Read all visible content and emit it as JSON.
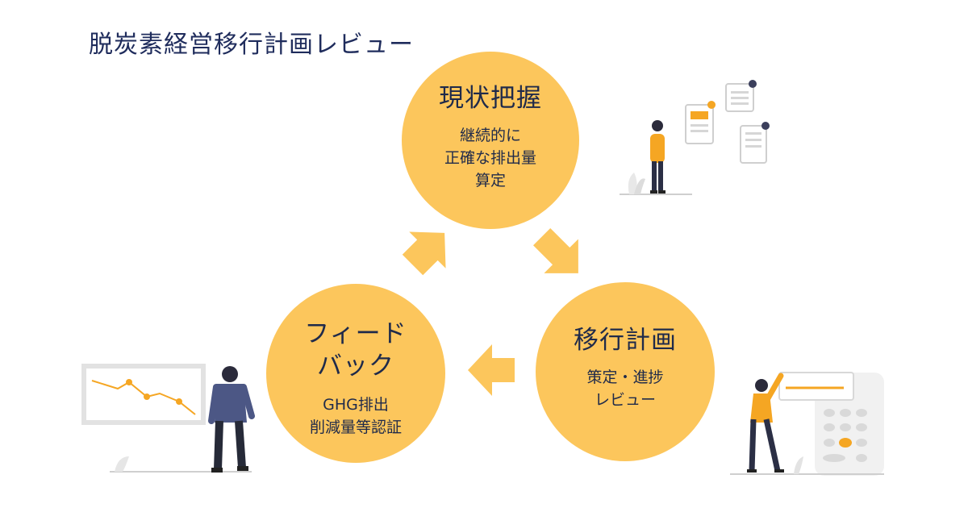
{
  "title": "脱炭素経営移行計画レビュー",
  "colors": {
    "circle": "#fcc65c",
    "arrow": "#fcc65c",
    "title": "#1f2c5c",
    "text": "#1f2a4a"
  },
  "cycle": [
    {
      "heading": "現状把握",
      "lines": [
        "継続的に",
        "正確な排出量",
        "算定"
      ]
    },
    {
      "heading": "移行計画",
      "lines": [
        "策定・進捗",
        "レビュー"
      ]
    },
    {
      "heading_lines": [
        "フィード",
        "バック"
      ],
      "lines": [
        "GHG排出",
        "削減量等認証"
      ]
    }
  ],
  "icons": {
    "arrows": [
      "arrow-right-down-icon",
      "arrow-left-icon",
      "arrow-up-right-icon"
    ],
    "illustrations": [
      "person-documents-illustration",
      "person-calculator-illustration",
      "person-chart-illustration"
    ]
  }
}
